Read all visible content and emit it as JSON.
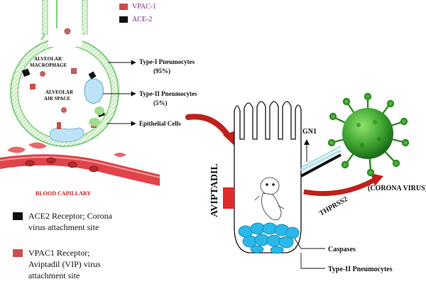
{
  "key": [
    {
      "label": "VPAC-1",
      "color": "#c8504a",
      "text_color": "#7a2a7a"
    },
    {
      "label": "ACE-2",
      "color": "#111111",
      "text_color": "#7a2a7a"
    }
  ],
  "labels": {
    "alveolar_macrophage_1": "ALVEOLAR",
    "alveolar_macrophage_2": "MACROPHAGE",
    "alveolar_air_1": "ALVEOLAR",
    "alveolar_air_2": "AIR SPACE",
    "type1_1": "Type-I Pneumocytes",
    "type1_2": "(95%)",
    "type2_1": "Type-II Pneumocytes",
    "type2_2": "(5%)",
    "epithelial": "Epithelial Cells",
    "blood": "BLOOD CAPILLARY",
    "aviptadil": "AVIPTADIL",
    "gn1": "GN1",
    "corona": "(CORONA VIRUS)",
    "thprss2": "THPRSS2",
    "caspases": "Caspases",
    "type2_bottom": "Type-II Pneumocytes"
  },
  "legend": [
    {
      "text": "ACE2 Receptor; Corona\nvirus attachment site",
      "color": "#111111"
    },
    {
      "text": "VPAC1 Receptor;\nAviptadil (VIP) virus\nattachment site",
      "color": "#c8504a"
    }
  ],
  "colors": {
    "alveolus_outline": "#7fcf7a",
    "alveolus_fill": "#eef9e8",
    "capillary": "#e0434a",
    "virus": "#3fa33a",
    "arrow": "#c0201c",
    "nuclei": "#1fb6e6"
  }
}
